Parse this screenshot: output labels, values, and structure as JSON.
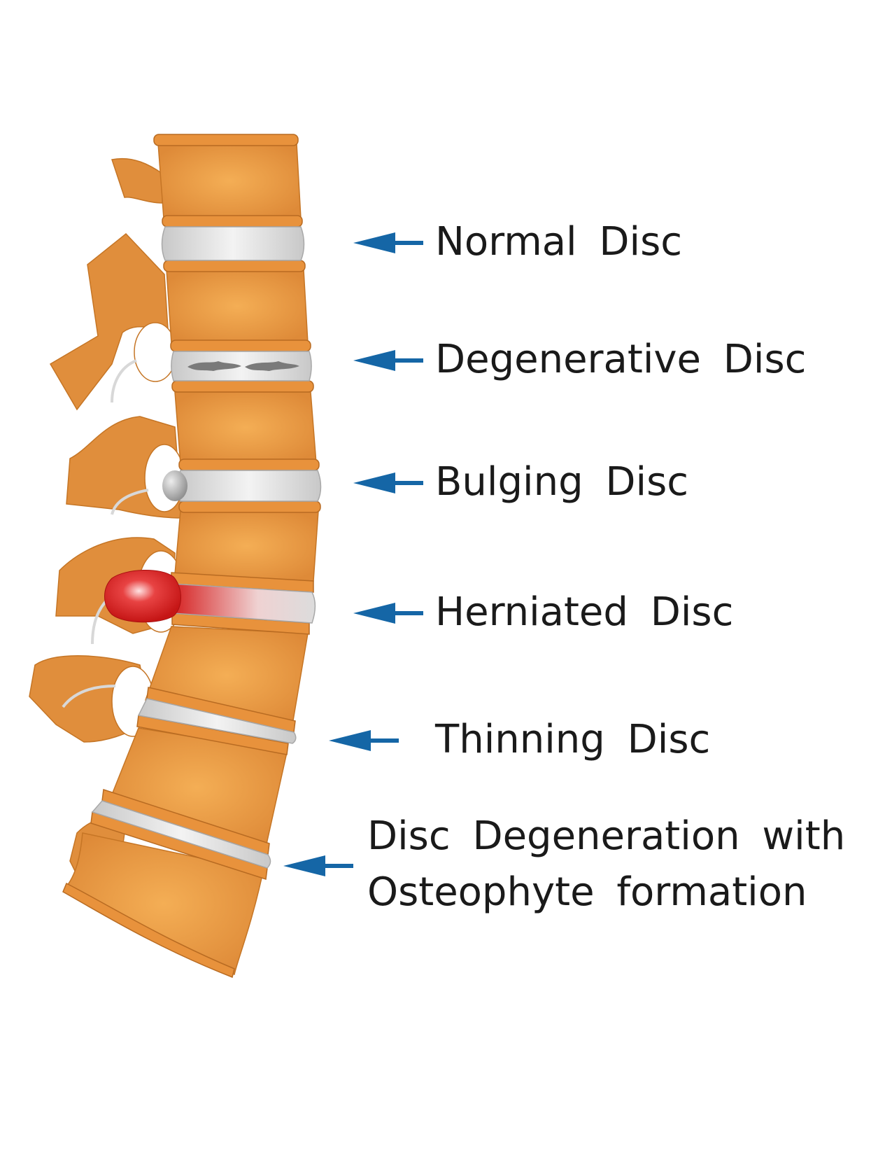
{
  "colors": {
    "bone": "#E3913E",
    "bone_light": "#F0AA52",
    "bone_dark": "#B86B22",
    "disc": "#D6D6D6",
    "disc_light": "#F2F2F2",
    "herniation": "#D81E1E",
    "arrow": "#1566A6",
    "text": "#1a1a1a"
  },
  "labels": {
    "normal": "Normal Disc",
    "degenerative": "Degenerative Disc",
    "bulging": "Bulging Disc",
    "herniated": "Herniated Disc",
    "thinning": "Thinning Disc",
    "osteophyte_line1": "Disc Degeneration with",
    "osteophyte_line2": "Osteophyte formation"
  }
}
